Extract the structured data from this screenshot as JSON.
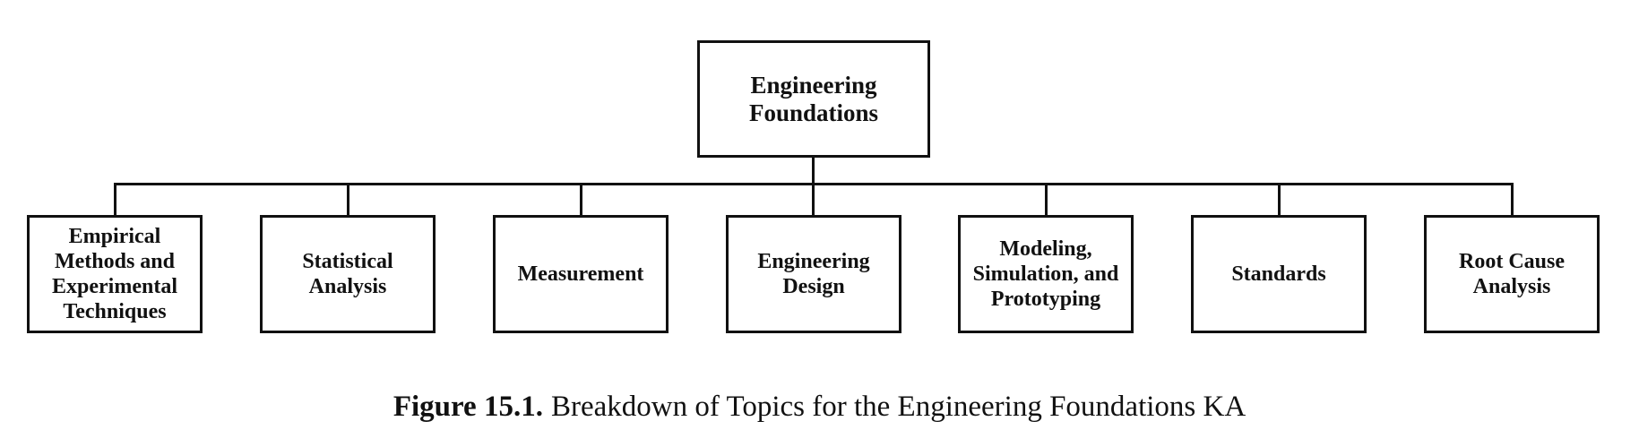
{
  "diagram": {
    "root": {
      "label": "Engineering\nFoundations"
    },
    "children": [
      {
        "label": "Empirical\nMethods and\nExperimental\nTechniques"
      },
      {
        "label": "Statistical\nAnalysis"
      },
      {
        "label": "Measurement"
      },
      {
        "label": "Engineering\nDesign"
      },
      {
        "label": "Modeling,\nSimulation, and\nPrototyping"
      },
      {
        "label": "Standards"
      },
      {
        "label": "Root Cause\nAnalysis"
      }
    ]
  },
  "caption": {
    "label": "Figure 15.1.",
    "text": "Breakdown of Topics for the Engineering Foundations KA"
  },
  "colors": {
    "line": "#111111",
    "background": "#ffffff",
    "text": "#111111"
  }
}
